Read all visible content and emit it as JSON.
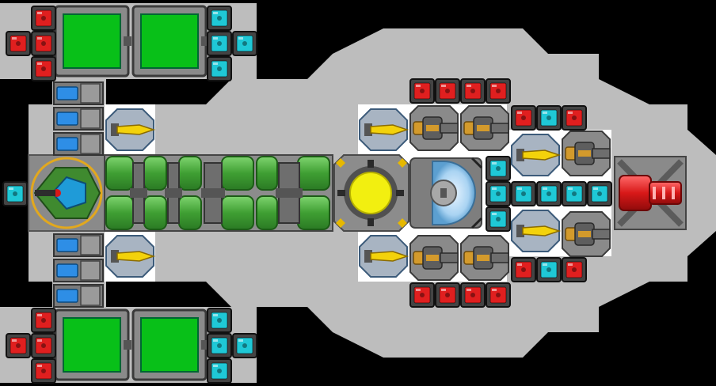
{
  "game": {
    "view": "ship-editor-top-down",
    "hull_color": "#bdbdbd",
    "interior_color": "#ffffff",
    "background_color": "#000000"
  },
  "palette": {
    "armor_red": "#e01f1f",
    "shield_cyan": "#1fc8d6",
    "hangar_green": "#08c018",
    "reactor_yellow": "#f2ef10",
    "engine_green": "#4cae3e",
    "turret_gold": "#d39a2c",
    "missile_yellow": "#f3d20b",
    "plasma_red": "#d81818",
    "thruster_blue": "#2e8ee6"
  },
  "blocks": {
    "armor": "armor-block",
    "shield": "shield-block",
    "hangar": "hangar-bay",
    "reactor": "reactor-core",
    "cockpit": "cockpit",
    "engine": "engine-segment",
    "cannon": "cannon-turret",
    "missile": "missile-launcher",
    "thruster": "thruster",
    "plasma": "plasma-cannon",
    "shield_generator": "shield-generator"
  }
}
